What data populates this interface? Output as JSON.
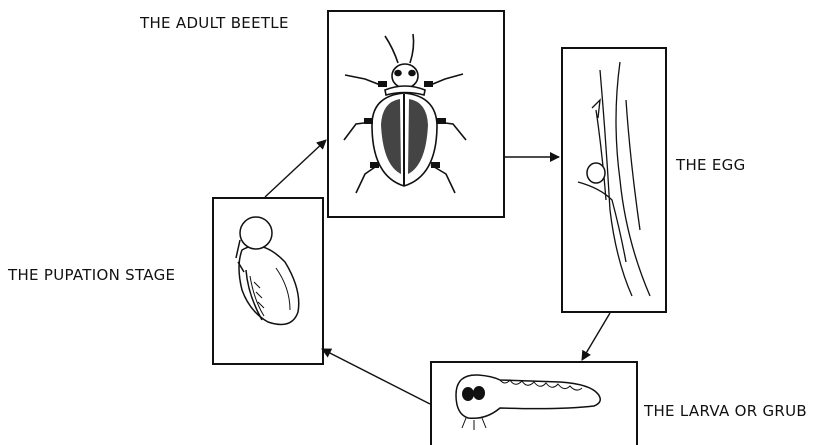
{
  "stages": {
    "adult": {
      "label": "THE ADULT BEETLE"
    },
    "egg": {
      "label": "THE EGG"
    },
    "larva": {
      "label": "THE LARVA OR GRUB"
    },
    "pupation": {
      "label": "THE PUPATION STAGE"
    }
  },
  "colors": {
    "ink": "#111111",
    "background": "#ffffff",
    "shading": "#444444"
  }
}
